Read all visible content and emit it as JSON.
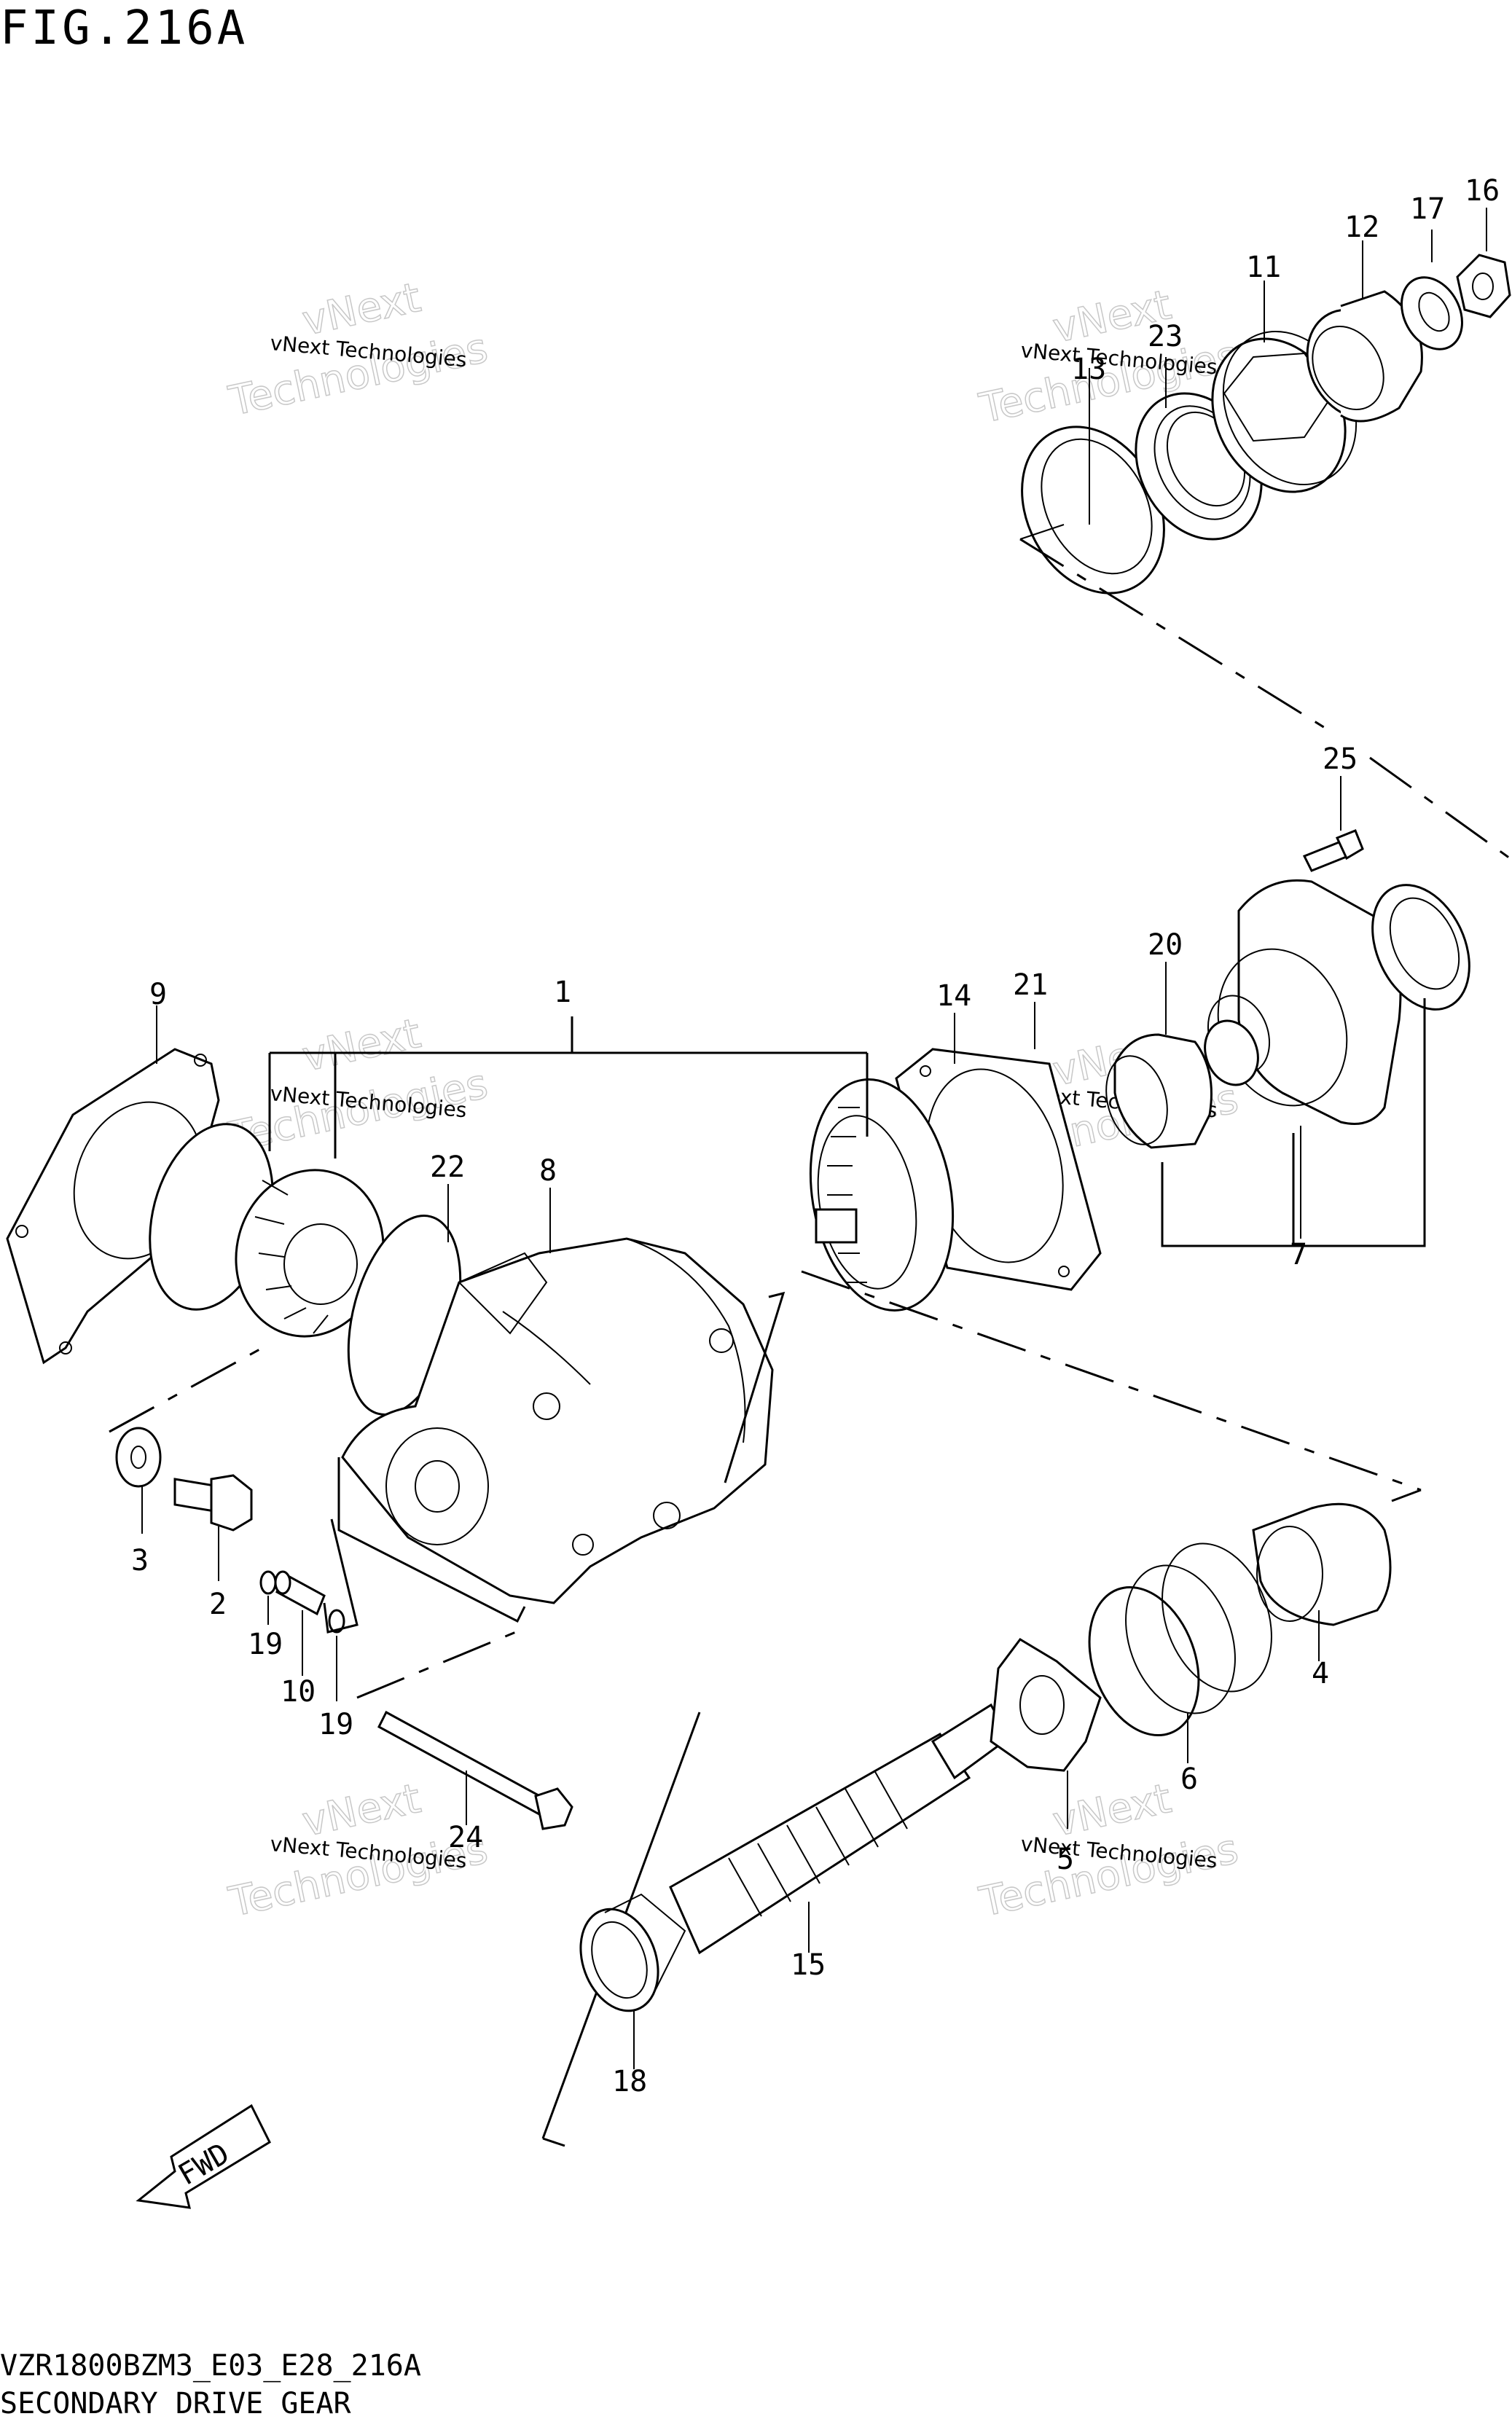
{
  "header": {
    "figure": "FIG.216A"
  },
  "footer": {
    "model_code": "VZR1800BZM3_E03_E28_216A",
    "section_title": "SECONDARY DRIVE GEAR"
  },
  "watermarks": [
    {
      "brand": "vNext",
      "line1": "vNext Technologies",
      "line2": "Technologies"
    },
    {
      "brand": "vNext",
      "line1": "vNext Technologies",
      "line2": "Technologies"
    },
    {
      "brand": "vNext",
      "line1": "vNext Technologies",
      "line2": "Technologies"
    },
    {
      "brand": "vNext",
      "line1": "vNext Technologies",
      "line2": "Technologies"
    },
    {
      "brand": "vNext",
      "line1": "vNext Technologies",
      "line2": "Technologies"
    },
    {
      "brand": "vNext",
      "line1": "vNext Technologies",
      "line2": "Technologies"
    }
  ],
  "fwd_label": "FWD",
  "callouts": [
    "1",
    "2",
    "3",
    "4",
    "5",
    "6",
    "7",
    "8",
    "9",
    "10",
    "11",
    "12",
    "13",
    "14",
    "15",
    "16",
    "17",
    "18",
    "19",
    "19",
    "20",
    "21",
    "22",
    "23",
    "24",
    "25"
  ]
}
